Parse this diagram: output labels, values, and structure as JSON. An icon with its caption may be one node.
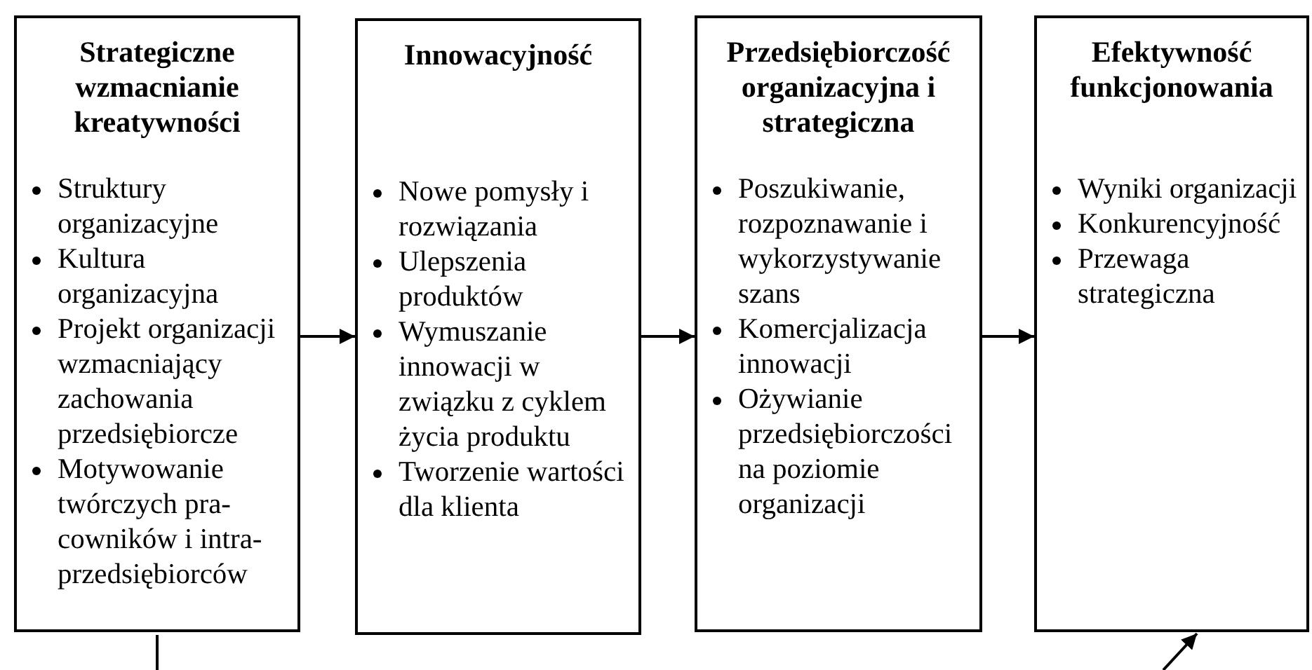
{
  "diagram": {
    "nodes": [
      {
        "text": [
          "Strategiczne wzmacnianie kreatywności",
          "Struktury organizacyjne",
          "Kultura organizacyjna",
          "Projekt organizacji wzmacniający zachowania przedsiębiorcze",
          "Motywowanie twórczych pra-cowników i intra-przedsiębiorców"
        ]
      },
      {
        "text": [
          "Innowacyjność",
          "Nowe pomysły i rozwiązania",
          "Ulepszenia produktów",
          "Wymuszanie innowacji w związku z cyklem życia produktu",
          "Tworzenie wartości dla klienta"
        ]
      },
      {
        "text": [
          "Przedsiębiorczość organizacyjna i strategiczna",
          "Poszukiwanie, rozpoznawanie i wykorzystywanie szans",
          "Komercjalizacja innowacji",
          "Ożywianie przedsiębiorczości na poziomie organizacji"
        ]
      },
      {
        "text": [
          "Efektywność funkcjonowania",
          "Wyniki organizacji",
          "Konkurencyjność",
          "Przewaga strategiczna"
        ]
      }
    ],
    "edges": [
      {
        "from": 0,
        "to": 1,
        "arrow": "to"
      },
      {
        "from": 1,
        "to": 2,
        "arrow": "to"
      },
      {
        "from": 2,
        "to": 3,
        "arrow": "to"
      },
      {
        "from": 0,
        "to": null,
        "arrow": "none"
      },
      {
        "from": null,
        "to": 3,
        "arrow": "to"
      }
    ]
  }
}
